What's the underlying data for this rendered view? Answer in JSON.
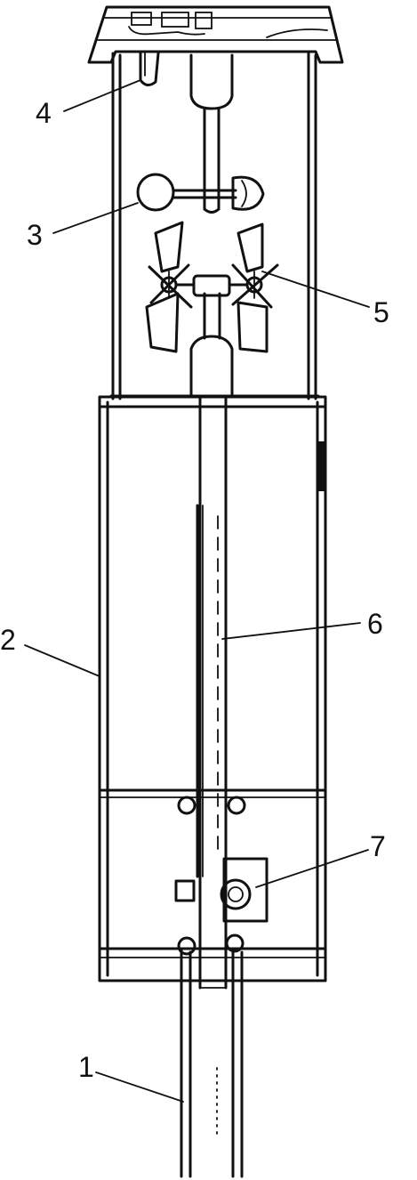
{
  "figure": {
    "callouts": [
      {
        "id": "c1",
        "text": "1"
      },
      {
        "id": "c2",
        "text": "2"
      },
      {
        "id": "c3",
        "text": "3"
      },
      {
        "id": "c4",
        "text": "4"
      },
      {
        "id": "c5",
        "text": "5"
      },
      {
        "id": "c6",
        "text": "6"
      },
      {
        "id": "c7",
        "text": "7"
      }
    ]
  },
  "colors": {
    "ink": "#111111",
    "background": "#ffffff"
  }
}
